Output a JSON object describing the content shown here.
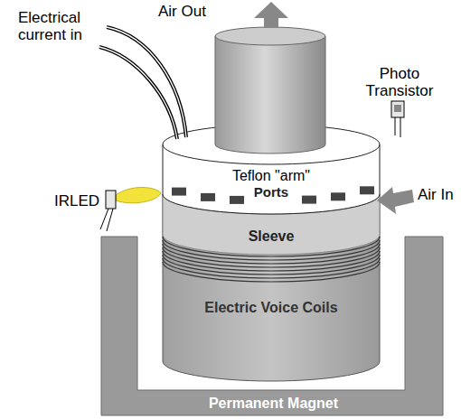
{
  "diagram": {
    "nodes": [
      {
        "text": [
          "Teflon \"arm\"",
          "Ports"
        ]
      },
      {
        "text": [
          "Sleeve"
        ]
      },
      {
        "text": [
          "Electric Voice Coils"
        ]
      },
      {
        "text": [
          "Permanent Magnet"
        ]
      }
    ],
    "labels": [
      "Air Out",
      "Electrical current in",
      "Photo Transistor",
      "IRLED",
      "Air In"
    ]
  }
}
